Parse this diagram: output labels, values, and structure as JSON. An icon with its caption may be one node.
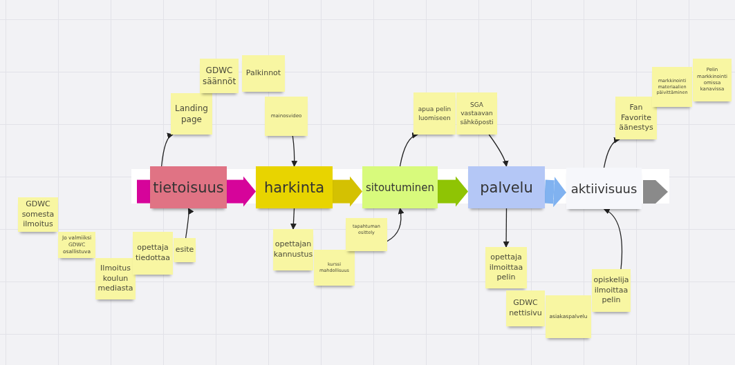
{
  "diagram": {
    "nodes": [
      {
        "text": [
          "Landing page"
        ]
      },
      {
        "text": [
          "GDWC säännöt"
        ]
      },
      {
        "text": [
          "Palkinnot"
        ]
      },
      {
        "text": [
          "mainosvideo"
        ]
      },
      {
        "text": [
          "tietoisuus"
        ]
      },
      {
        "text": [
          "harkinta"
        ]
      },
      {
        "text": [
          "sitoutuminen"
        ]
      },
      {
        "text": [
          "palvelu"
        ]
      },
      {
        "text": [
          "aktiivisuus"
        ]
      },
      {
        "text": [
          "GDWC somesta ilmoitus"
        ]
      },
      {
        "text": [
          "Jo valmiiksi GDWC osallistuva"
        ]
      },
      {
        "text": [
          "Ilmoitus koulun mediasta"
        ]
      },
      {
        "text": [
          "opettaja tiedottaa"
        ]
      },
      {
        "text": [
          "esite"
        ]
      },
      {
        "text": [
          "opettajan kannustus"
        ]
      },
      {
        "text": [
          "kurssi mahdollisuus"
        ]
      },
      {
        "text": [
          "tapahtuman esittely"
        ]
      },
      {
        "text": [
          "apua pelin luomiseen"
        ]
      },
      {
        "text": [
          "SGA vastaavan sähköposti"
        ]
      },
      {
        "text": [
          "Fan Favorite äänestys"
        ]
      },
      {
        "text": [
          "markkinointi materiaalien päivittäminen"
        ]
      },
      {
        "text": [
          "Pelin markkinointi omissa kanavissa"
        ]
      },
      {
        "text": [
          "opettaja ilmoittaa pelin"
        ]
      },
      {
        "text": [
          "GDWC nettisivu"
        ]
      },
      {
        "text": [
          "asiakaspalvelu"
        ]
      },
      {
        "text": [
          "opiskelija ilmoittaa pelin"
        ]
      }
    ],
    "edges": [
      {
        "from": 4,
        "to": 5,
        "arrow": "to",
        "style": "thick",
        "color": "#d6049a"
      },
      {
        "from": 5,
        "to": 6,
        "arrow": "to",
        "style": "thick",
        "color": "#d4c102"
      },
      {
        "from": 6,
        "to": 7,
        "arrow": "to",
        "style": "thick",
        "color": "#8fc404"
      },
      {
        "from": 7,
        "to": 8,
        "arrow": "to",
        "style": "thick",
        "color": "#80b2f0"
      },
      {
        "from": 4,
        "to": 0,
        "arrow": "to"
      },
      {
        "from": 13,
        "to": 4,
        "arrow": "to"
      },
      {
        "from": 3,
        "to": 5,
        "arrow": "to"
      },
      {
        "from": 5,
        "to": 14,
        "arrow": "to"
      },
      {
        "from": 16,
        "to": 6,
        "arrow": "to"
      },
      {
        "from": 6,
        "to": 17,
        "arrow": "to"
      },
      {
        "from": 18,
        "to": 7,
        "arrow": "to"
      },
      {
        "from": 7,
        "to": 22,
        "arrow": "to"
      },
      {
        "from": 25,
        "to": 8,
        "arrow": "to"
      },
      {
        "from": 8,
        "to": 19,
        "arrow": "to"
      }
    ]
  }
}
